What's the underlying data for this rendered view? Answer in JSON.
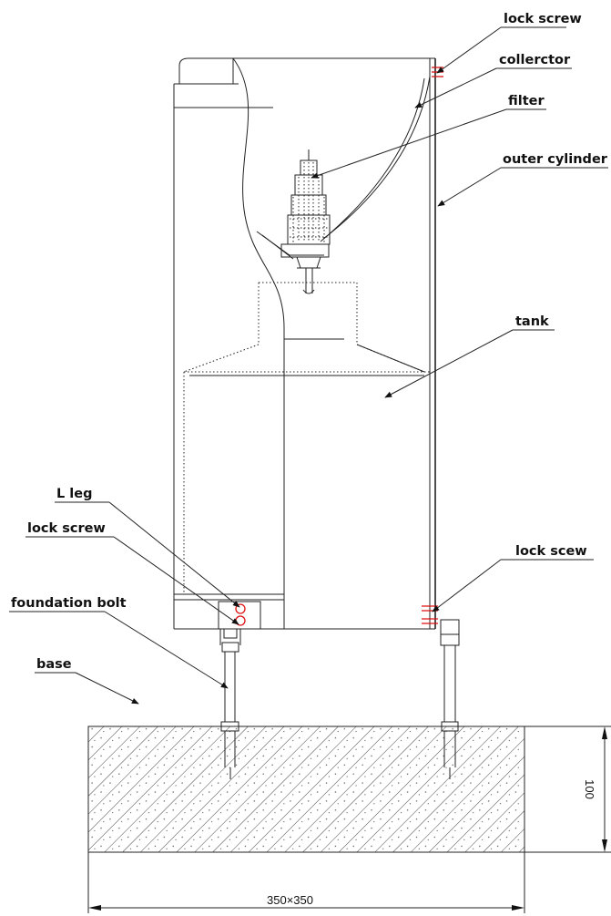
{
  "labels": {
    "lock_screw_top": "lock screw",
    "collector": "collerctor",
    "filter": "filter",
    "outer_cylinder": "outer cylinder",
    "tank": "tank",
    "l_leg": "L leg",
    "lock_screw_left": "lock screw",
    "lock_screw_right": "lock scew",
    "foundation_bolt": "foundation bolt",
    "base": "base"
  },
  "dimensions": {
    "width": "350×350",
    "height": "100"
  },
  "colors": {
    "line": "#222222",
    "highlight": "#dd1111"
  }
}
